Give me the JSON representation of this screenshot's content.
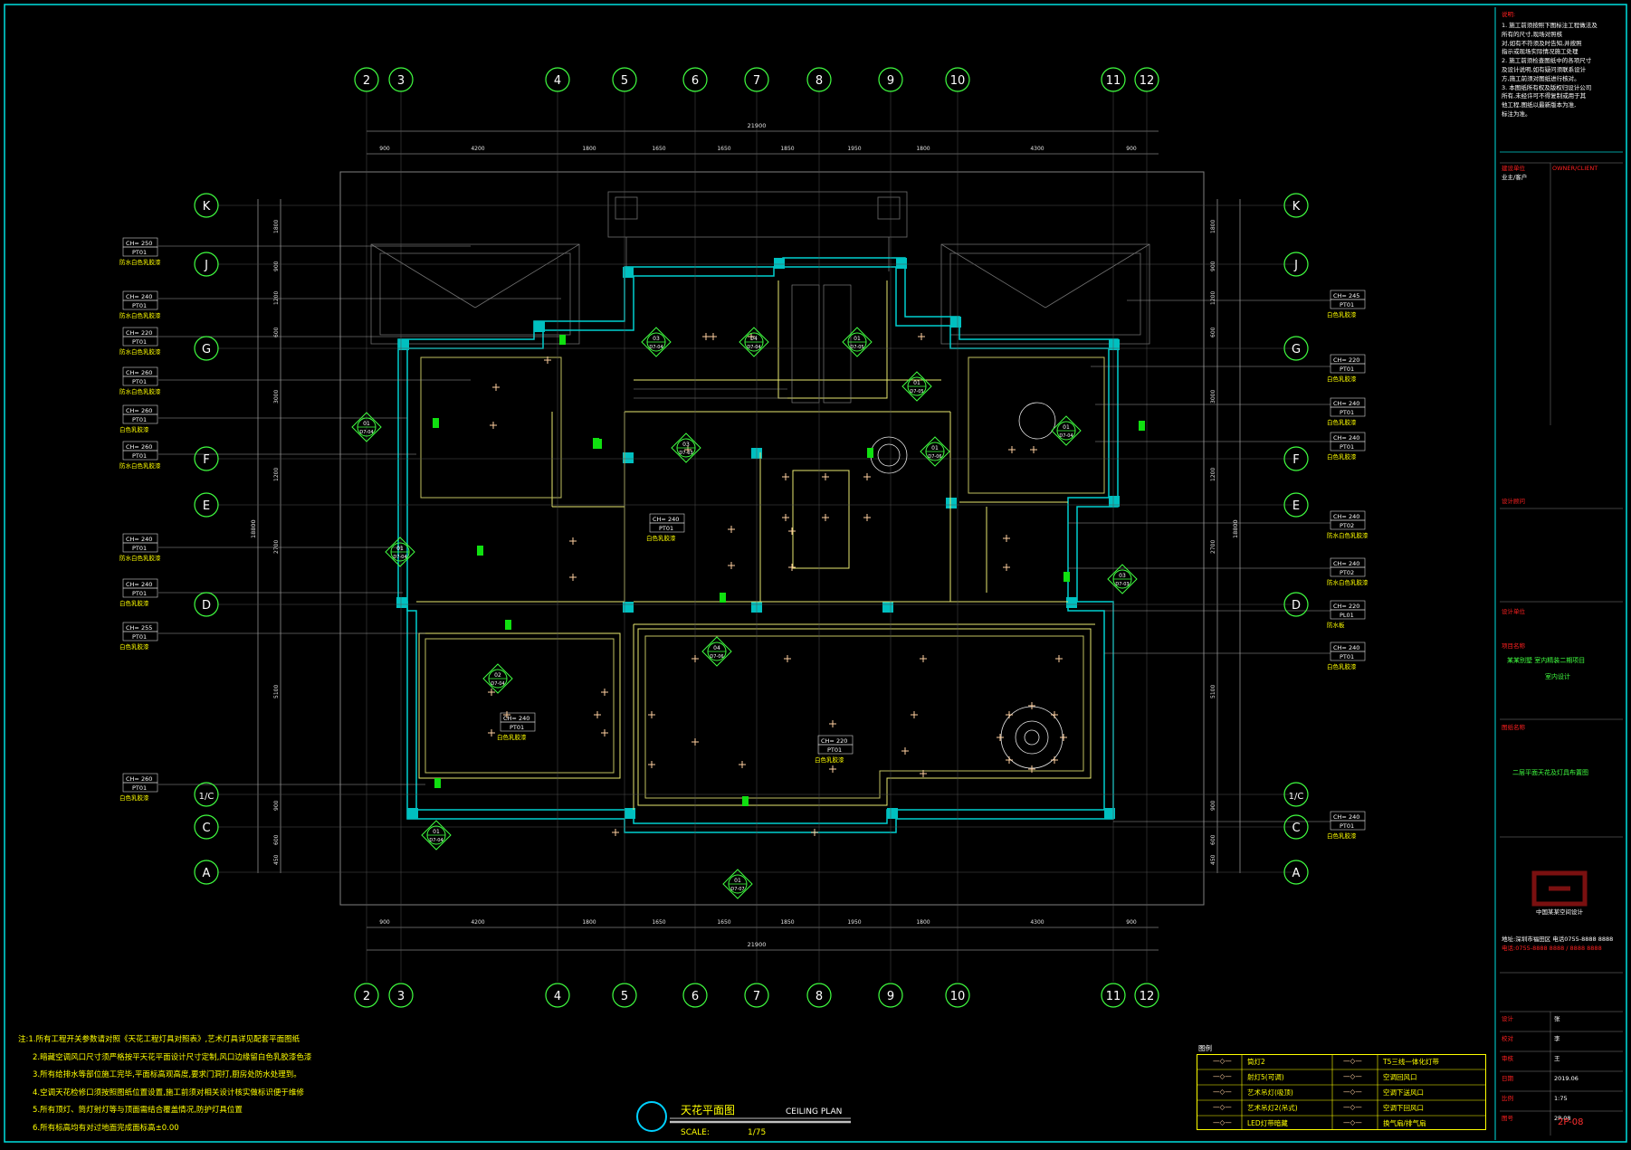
{
  "drawing": {
    "title_cn": "天花平面图",
    "title_en": "CEILING PLAN",
    "scale_label": "SCALE:",
    "scale_value": "1/75",
    "sheet_no": "2P-08"
  },
  "grid": {
    "columns": [
      "2",
      "3",
      "4",
      "5",
      "6",
      "7",
      "8",
      "9",
      "10",
      "11",
      "12"
    ],
    "rows": [
      "K",
      "J",
      "G",
      "F",
      "E",
      "D",
      "1/C",
      "C",
      "A"
    ],
    "overall_width": "21900",
    "overall_depth": "18800",
    "top_dims": [
      "900",
      "4200",
      "1800",
      "1650",
      "1650",
      "1850",
      "1950",
      "1800",
      "4300",
      "900"
    ],
    "left_dims": [
      "1800",
      "900",
      "1200",
      "600",
      "3000",
      "1200",
      "2700",
      "5100",
      "900",
      "600",
      "450"
    ]
  },
  "tags_left": [
    {
      "ch": "CH= 250",
      "code": "PT01",
      "note": "防水白色乳胶漆"
    },
    {
      "ch": "CH= 240",
      "code": "PT01",
      "note": "防水白色乳胶漆"
    },
    {
      "ch": "CH= 220",
      "code": "PT01",
      "note": "防水白色乳胶漆"
    },
    {
      "ch": "CH= 260",
      "code": "PT01",
      "note": "防水白色乳胶漆"
    },
    {
      "ch": "CH= 260",
      "code": "PT01",
      "note": "白色乳胶漆"
    },
    {
      "ch": "CH= 260",
      "code": "PT01",
      "note": "防水白色乳胶漆"
    },
    {
      "ch": "CH= 240",
      "code": "PT01",
      "note": "防水白色乳胶漆"
    },
    {
      "ch": "CH= 240",
      "code": "PT01",
      "note": "白色乳胶漆"
    },
    {
      "ch": "CH= 255",
      "code": "PT01",
      "note": "白色乳胶漆"
    },
    {
      "ch": "CH= 260",
      "code": "PT01",
      "note": "白色乳胶漆"
    }
  ],
  "tags_right": [
    {
      "ch": "CH= 245",
      "code": "PT01",
      "note": "白色乳胶漆"
    },
    {
      "ch": "CH= 220",
      "code": "PT01",
      "note": "白色乳胶漆"
    },
    {
      "ch": "CH= 240",
      "code": "PT01",
      "note": "白色乳胶漆"
    },
    {
      "ch": "CH= 240",
      "code": "PT01",
      "note": "白色乳胶漆"
    },
    {
      "ch": "CH= 240",
      "code": "PT02",
      "note": "防水白色乳胶漆"
    },
    {
      "ch": "CH= 240",
      "code": "PT02",
      "note": "防水白色乳胶漆"
    },
    {
      "ch": "CH= 220",
      "code": "PL01",
      "note": "防水板"
    },
    {
      "ch": "CH= 240",
      "code": "PT01",
      "note": "白色乳胶漆"
    },
    {
      "ch": "CH= 240",
      "code": "PT01",
      "note": "白色乳胶漆"
    }
  ],
  "tags_inner": [
    {
      "ch": "CH= 240",
      "code": "PT01",
      "note": "白色乳胶漆"
    },
    {
      "ch": "CH= 240",
      "code": "PT01",
      "note": "白色乳胶漆"
    },
    {
      "ch": "CH= 220",
      "code": "PT01",
      "note": "白色乳胶漆"
    }
  ],
  "notes": [
    "注:1.所有工程开关参数请对照《天花工程灯具对照表》,艺术灯具详见配套平面图纸",
    "2.暗藏空调风口尺寸须严格按平天花平面设计尺寸定制,风口边缘留白色乳胶漆色漆",
    "3.所有给排水等部位施工完毕,平面标高观高度,要求门洞打,厨房处防水处理到。",
    "4.空调天花检修口须按照图纸位置设置,施工前须对相关设计核实做标识便于维修",
    "5.所有顶灯、筒灯射灯等与顶面需结合覆盖情况,防护灯具位置",
    "6.所有标高均有对过地面完成面标高±0.00"
  ],
  "legend": {
    "title": "图例",
    "items": [
      {
        "symbol": "down-light-icon",
        "label": "筒灯2"
      },
      {
        "symbol": "spot-light-icon",
        "label": "射灯5(可调)"
      },
      {
        "symbol": "art-lamp-icon",
        "label": "艺术吊灯(吸顶)"
      },
      {
        "symbol": "art-lamp2-icon",
        "label": "艺术吊灯2(吊式)"
      },
      {
        "symbol": "led-strip-icon",
        "label": "LED灯带暗藏"
      },
      {
        "symbol": "t5-icon",
        "label": "T5三线一体化灯带"
      },
      {
        "symbol": "return-vent-icon",
        "label": "空调回风口"
      },
      {
        "symbol": "supply-vent-icon",
        "label": "空调下送风口"
      },
      {
        "symbol": "exhaust-icon",
        "label": "空调下回风口"
      },
      {
        "symbol": "fan-icon",
        "label": "换气扇/排气扇"
      }
    ]
  },
  "titleblock": {
    "notes_head": "说明:",
    "notes": [
      "1. 施工前须按照下图标注工程做法及",
      "所有的尺寸,现场对照核",
      "对,如有不符须及时告知,并按照",
      "指示或现场实际情况施工处理",
      "2. 施工前须检查图纸中的各项尺寸",
      "及设计说明,如有疑问须联系设计",
      "方,施工前须对图纸进行核对。",
      "3. 本图纸所有权及版权归设计公司",
      "所有,未经许可不得复制或用于其",
      "他工程,图纸以最新版本为准,",
      "标注为准。"
    ],
    "client_label": "建设单位",
    "client_label2": "OWNER/CLIENT",
    "client_value": "业主/客户",
    "consultant_label": "设计顾问",
    "design_label": "设计单位",
    "project_label": "项目名称",
    "project_value": "某某别墅 室内精装二期项目",
    "project_sub": "室内设计",
    "drawing_label": "图纸名称",
    "drawing_value": "二层平面天花及灯具布置图",
    "company_name": "中国某某空间设计",
    "company_addr": "地址:深圳市福田区 电话0755-8888 8888",
    "company_tel": "电话:0755-8888 8888 / 8888 8888",
    "rows": [
      {
        "label": "设计",
        "value": "张"
      },
      {
        "label": "校对",
        "value": "李"
      },
      {
        "label": "审核",
        "value": "王"
      },
      {
        "label": "日期",
        "value": "2019.06"
      },
      {
        "label": "比例",
        "value": "1:75"
      },
      {
        "label": "图号",
        "value": "2P-08"
      }
    ]
  }
}
